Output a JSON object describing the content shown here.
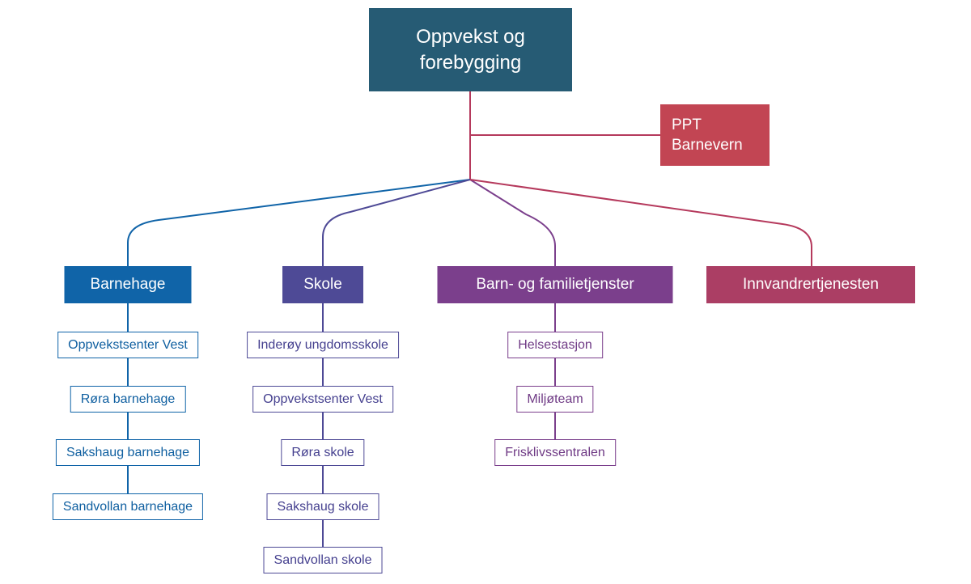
{
  "root": {
    "label": "Oppvekst og forebygging"
  },
  "ppt": {
    "lines": [
      "PPT",
      "Barnevern"
    ]
  },
  "branches": [
    {
      "label": "Barnehage",
      "color": "#1064a8",
      "children": [
        "Oppvekstsenter Vest",
        "Røra barnehage",
        "Sakshaug barnehage",
        "Sandvollan barnehage"
      ]
    },
    {
      "label": "Skole",
      "color": "#4e4a96",
      "children": [
        "Inderøy ungdomsskole",
        "Oppvekstsenter Vest",
        "Røra skole",
        "Sakshaug skole",
        "Sandvollan skole"
      ]
    },
    {
      "label": "Barn- og familietjenster",
      "color": "#7b3f8c",
      "children": [
        "Helsestasjon",
        "Miljøteam",
        "Frisklivssentralen"
      ]
    },
    {
      "label": "Innvandrertjenesten",
      "color": "#ab3e64",
      "children": []
    }
  ],
  "colors": {
    "root_fill": "#265b74",
    "ppt_fill": "#c24553",
    "connector_trunk": "#b5395c",
    "branch_blue": "#1064a8",
    "branch_indigo": "#4e4a96",
    "branch_purple": "#7b3f8c",
    "branch_maroon": "#ab3e64",
    "background": "#ffffff"
  }
}
